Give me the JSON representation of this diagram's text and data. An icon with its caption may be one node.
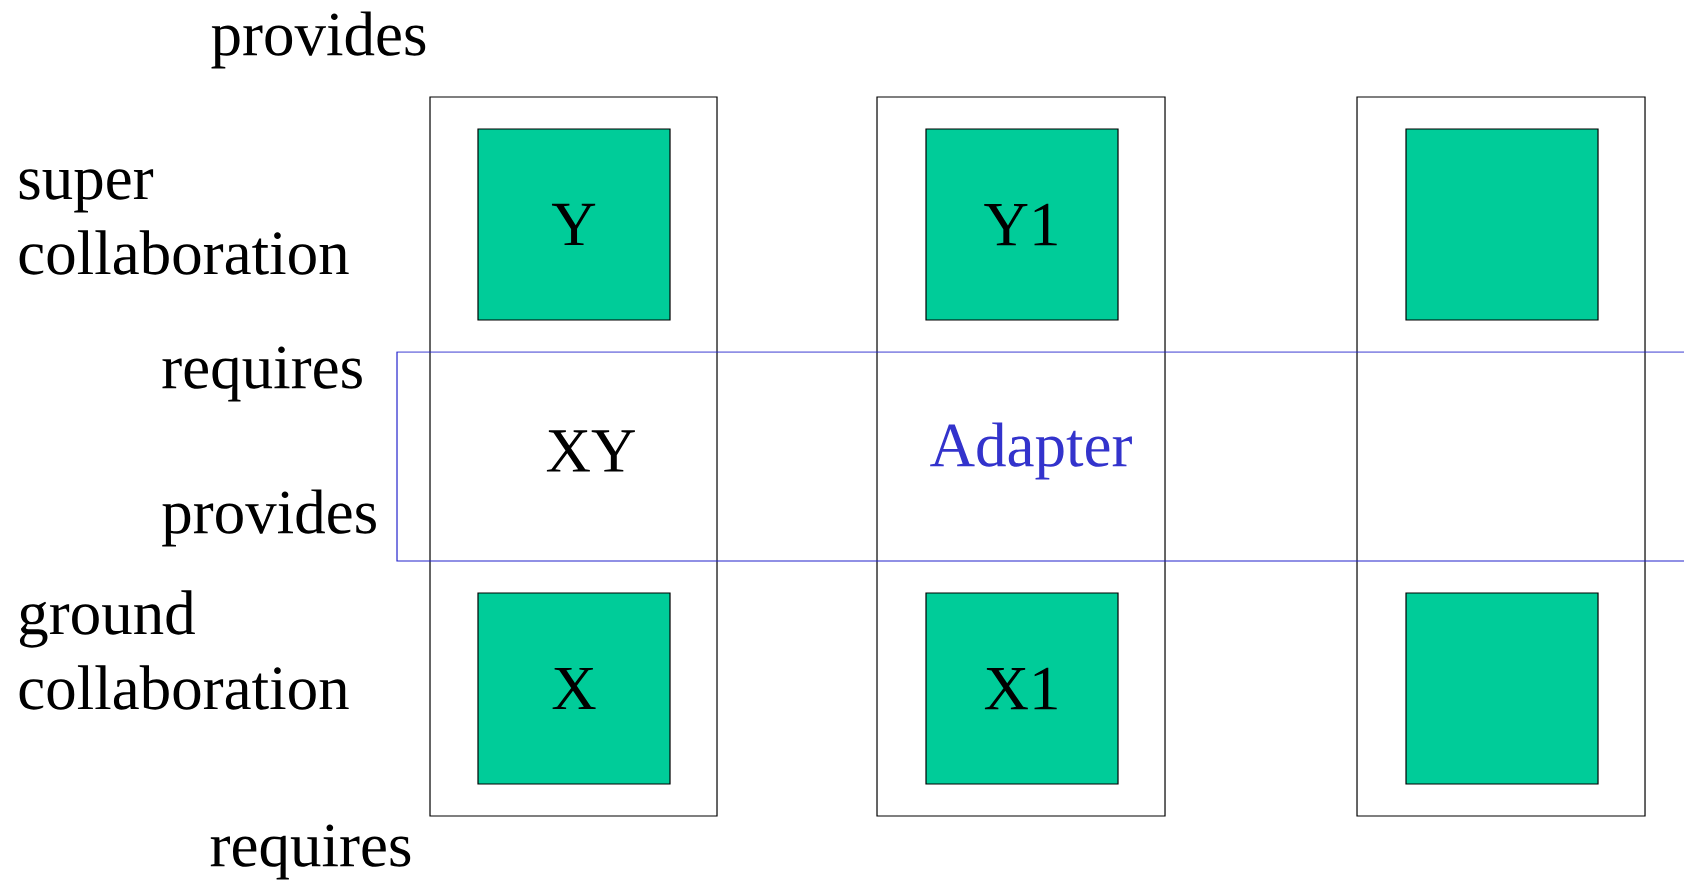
{
  "diagram": {
    "nodes": [
      {
        "text": [],
        "shape": "box"
      },
      {
        "text": [],
        "shape": "box"
      },
      {
        "text": [],
        "shape": "box"
      },
      {
        "text": [
          "Y"
        ],
        "in": 0
      },
      {
        "text": [
          "Y1"
        ],
        "in": 1
      },
      {
        "text": [],
        "shape": "box",
        "in": 2
      },
      {
        "text": [
          "X"
        ],
        "in": 0
      },
      {
        "text": [
          "X1"
        ],
        "in": 1
      },
      {
        "text": [],
        "shape": "box",
        "in": 2
      },
      {
        "text": [],
        "shape": "band"
      }
    ],
    "edges": [],
    "labels": [
      "provides",
      "super collaboration",
      "requires",
      "XY",
      "Adapter",
      "provides",
      "ground collaboration",
      "requires"
    ]
  }
}
